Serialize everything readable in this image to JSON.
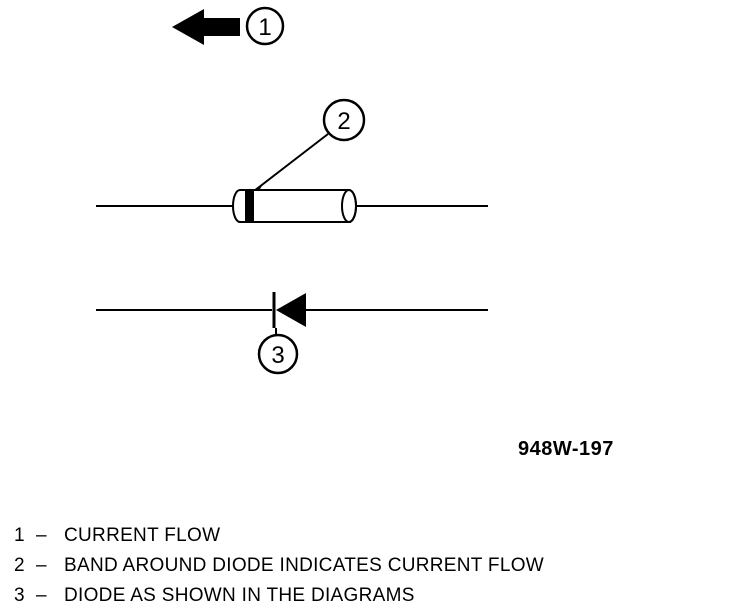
{
  "callouts": {
    "c1": "1",
    "c2": "2",
    "c3": "3"
  },
  "reference_code": "948W-197",
  "legend": [
    {
      "number": "1",
      "separator": "–",
      "text": "CURRENT FLOW"
    },
    {
      "number": "2",
      "separator": "–",
      "text": "BAND AROUND DIODE INDICATES CURRENT FLOW"
    },
    {
      "number": "3",
      "separator": "–",
      "text": "DIODE AS SHOWN IN THE DIAGRAMS"
    }
  ]
}
